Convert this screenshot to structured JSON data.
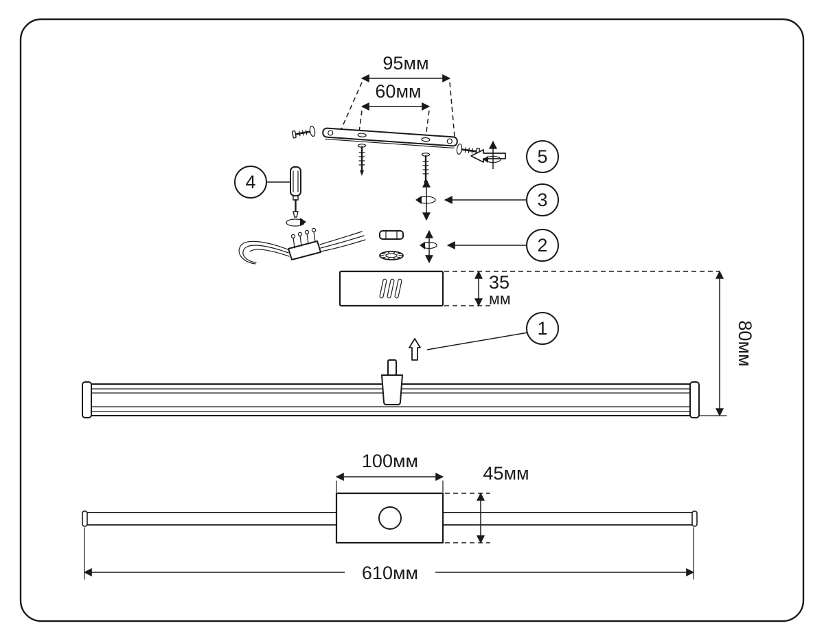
{
  "labels": {
    "dim_95": "95мм",
    "dim_60": "60мм",
    "dim_35_value": "35",
    "dim_35_unit": "мм",
    "dim_80": "80мм",
    "dim_100": "100мм",
    "dim_45": "45мм",
    "dim_610": "610мм"
  },
  "callouts": [
    "1",
    "2",
    "3",
    "4",
    "5"
  ],
  "colors": {
    "line": "#1a1a1a",
    "background": "#ffffff"
  }
}
